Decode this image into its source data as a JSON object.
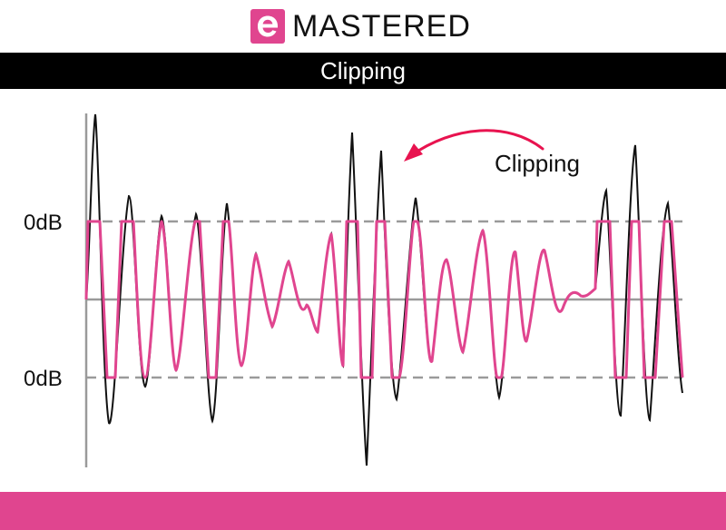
{
  "brand": {
    "logo_icon": "e-logo-icon",
    "logo_text": "MASTERED",
    "accent_color": "#e0458f",
    "logo_letter_color": "#ffffff"
  },
  "title_bar": {
    "title": "Clipping"
  },
  "diagram": {
    "upper_threshold_label": "0dB",
    "lower_threshold_label": "0dB",
    "annotation_label": "Clipping",
    "annotation_arrow_icon": "curved-arrow-icon",
    "colors": {
      "original_waveform": "#111111",
      "clipped_waveform": "#e0458f",
      "threshold_line": "#9a9a9a",
      "axis": "#9a9a9a",
      "annotation_arrow": "#e8134f"
    }
  },
  "footer": {
    "color": "#e0458f"
  }
}
